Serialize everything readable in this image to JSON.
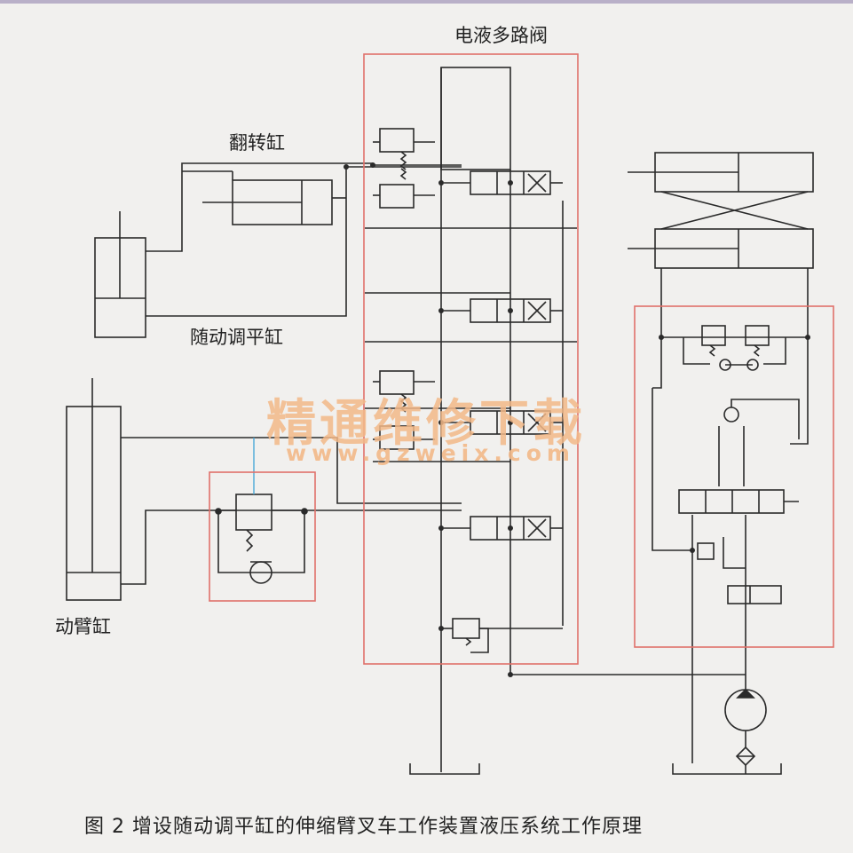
{
  "labels": {
    "valve_block": "电液多路阀",
    "tilt_cylinder": "翻转缸",
    "leveling_cylinder": "随动调平缸",
    "boom_cylinder": "动臂缸"
  },
  "caption": "图 2  增设随动调平缸的伸缩臂叉车工作装置液压系统工作原理",
  "watermark": {
    "title": "精通维修下载",
    "url": "www.gzweix.com"
  },
  "colors": {
    "line": "#2a2a2a",
    "highlight_box": "#e0706a",
    "pilot_line": "#4aa8d8",
    "watermark": "#f3b989"
  }
}
